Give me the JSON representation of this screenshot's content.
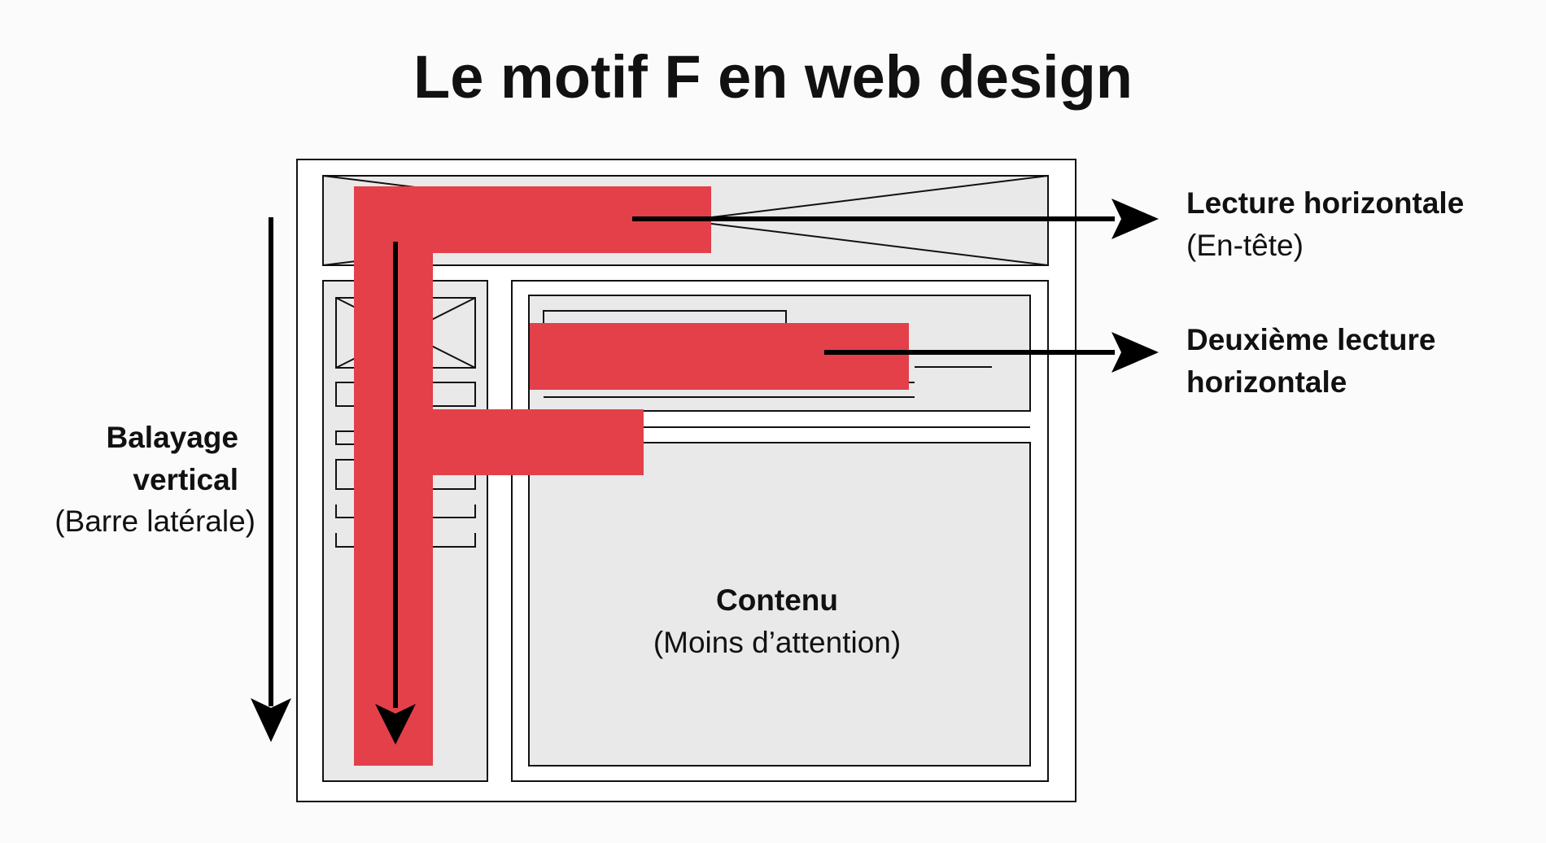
{
  "title": "Le motif F en web design",
  "labels": {
    "header_read_title": "Lecture horizontale",
    "header_read_sub": "(En-tête)",
    "second_read_line1": "Deuxième lecture",
    "second_read_line2": "horizontale",
    "vertical_line1": "Balayage",
    "vertical_line2": "vertical",
    "vertical_sub": "(Barre latérale)",
    "content_title": "Contenu",
    "content_sub": "(Moins d’attention)"
  },
  "colors": {
    "highlight": "#e3404a",
    "wireframe_fill": "#e9e9e9",
    "stroke": "#111111"
  }
}
